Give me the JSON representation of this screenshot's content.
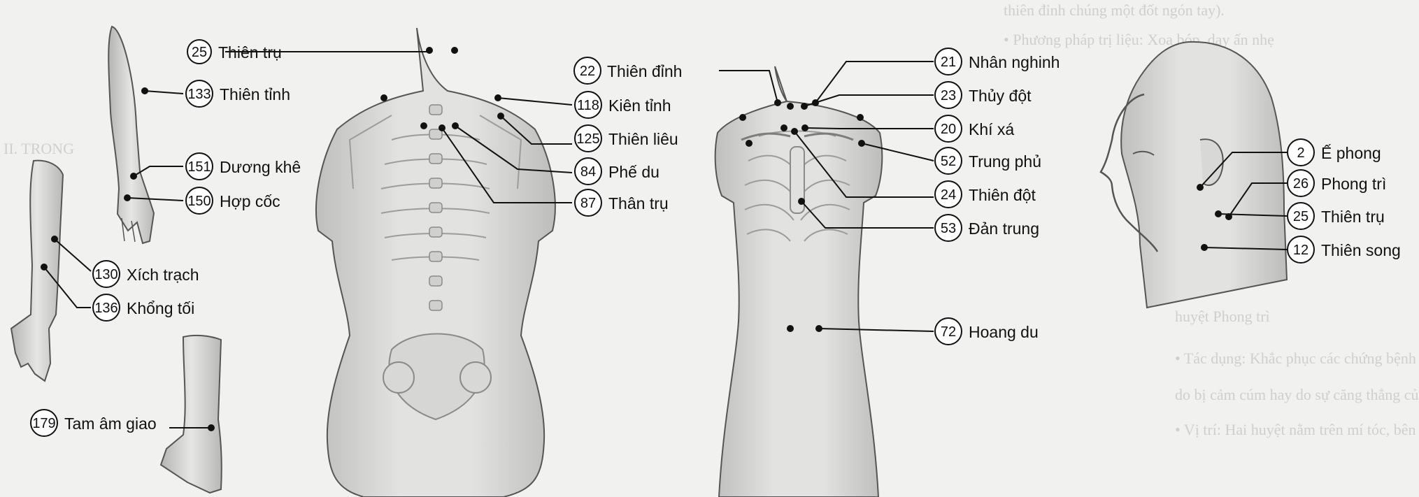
{
  "figure": {
    "background_text": [
      "thiên đỉnh chúng một đốt ngón tay).",
      "• Phương pháp trị liệu: Xoa bóp, day ấn nhẹ",
      "huyệt Phong trì",
      "• Tác dụng: Khắc phục các chứng bệnh cảm",
      "do bị cảm cúm hay do sự căng thẳng của cổ",
      "• Vị trí: Hai huyệt nằm trên mí tóc, bên ngoài",
      "II. TRONG"
    ],
    "points": [
      {
        "num": "25",
        "label": "Thiên trụ"
      },
      {
        "num": "133",
        "label": "Thiên tỉnh"
      },
      {
        "num": "151",
        "label": "Dương khê"
      },
      {
        "num": "150",
        "label": "Hợp cốc"
      },
      {
        "num": "130",
        "label": "Xích trạch"
      },
      {
        "num": "136",
        "label": "Khổng tối"
      },
      {
        "num": "179",
        "label": "Tam âm giao"
      },
      {
        "num": "118",
        "label": "Kiên tỉnh"
      },
      {
        "num": "125",
        "label": "Thiên liêu"
      },
      {
        "num": "84",
        "label": "Phế du"
      },
      {
        "num": "87",
        "label": "Thân trụ"
      },
      {
        "num": "22",
        "label": "Thiên đỉnh"
      },
      {
        "num": "21",
        "label": "Nhân nghinh"
      },
      {
        "num": "23",
        "label": "Thủy đột"
      },
      {
        "num": "20",
        "label": "Khí xá"
      },
      {
        "num": "52",
        "label": "Trung phủ"
      },
      {
        "num": "24",
        "label": "Thiên đột"
      },
      {
        "num": "53",
        "label": "Đản trung"
      },
      {
        "num": "72",
        "label": "Hoang du"
      },
      {
        "num": "2",
        "label": "Ế phong"
      },
      {
        "num": "26",
        "label": "Phong trì"
      },
      {
        "num": "25",
        "label": "Thiên trụ"
      },
      {
        "num": "12",
        "label": "Thiên song"
      }
    ]
  }
}
